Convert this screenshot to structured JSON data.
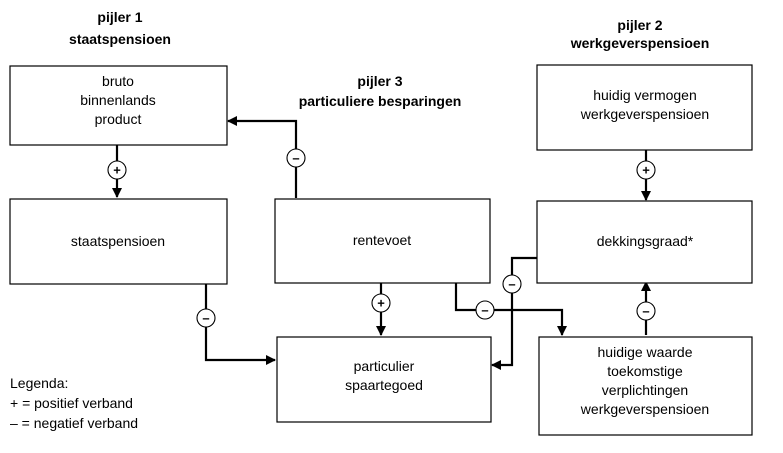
{
  "titles": {
    "pijler1": [
      "pijler 1",
      "staatspensioen"
    ],
    "pijler2": [
      "pijler 2",
      "werkgeverspensioen"
    ],
    "pijler3": [
      "pijler 3",
      "particuliere besparingen"
    ]
  },
  "boxes": {
    "bbp": [
      "bruto",
      "binnenlands",
      "product"
    ],
    "staatspensioen": [
      "staatspensioen"
    ],
    "rentevoet": [
      "rentevoet"
    ],
    "particulier": [
      "particulier",
      "spaartegoed"
    ],
    "vermogen": [
      "huidig vermogen",
      "werkgeverspensioen"
    ],
    "dekkingsgraad": [
      "dekkingsgraad*"
    ],
    "waarde": [
      "huidige waarde",
      "toekomstige",
      "verplichtingen",
      "werkgeverspensioen"
    ]
  },
  "signs": {
    "bbp_to_staatspensioen": "+",
    "rentevoet_to_bbp": "–",
    "staatspensioen_to_particulier": "–",
    "rentevoet_to_particulier": "+",
    "rentevoet_to_waarde": "–",
    "dekkingsgraad_to_particulier": "–",
    "vermogen_to_dekkingsgraad": "+",
    "waarde_to_dekkingsgraad": "–"
  },
  "legend": {
    "title": "Legenda:",
    "positive": "+ = positief verband",
    "negative": "– = negatief verband"
  }
}
